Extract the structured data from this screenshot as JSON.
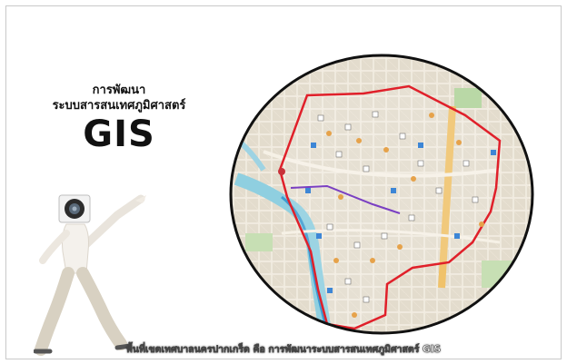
{
  "slide": {
    "title_line1": "การพัฒนา",
    "title_line2": "ระบบสารสนเทศภูมิศาสตร์",
    "title_main": "GIS",
    "caption": "พื้นที่เขตเทศบาลนครปากเกร็ด คือ การพัฒนาระบบสารสนเทศภูมิศาสตร์ GIS"
  },
  "icons": {
    "presenter": "presenter-figure-icon",
    "speaker": "speaker-head-icon"
  },
  "colors": {
    "boundary": "#e0202a",
    "river": "#7ec7dc",
    "map_bg": "#e6dfd2",
    "circle_border": "#111111"
  }
}
